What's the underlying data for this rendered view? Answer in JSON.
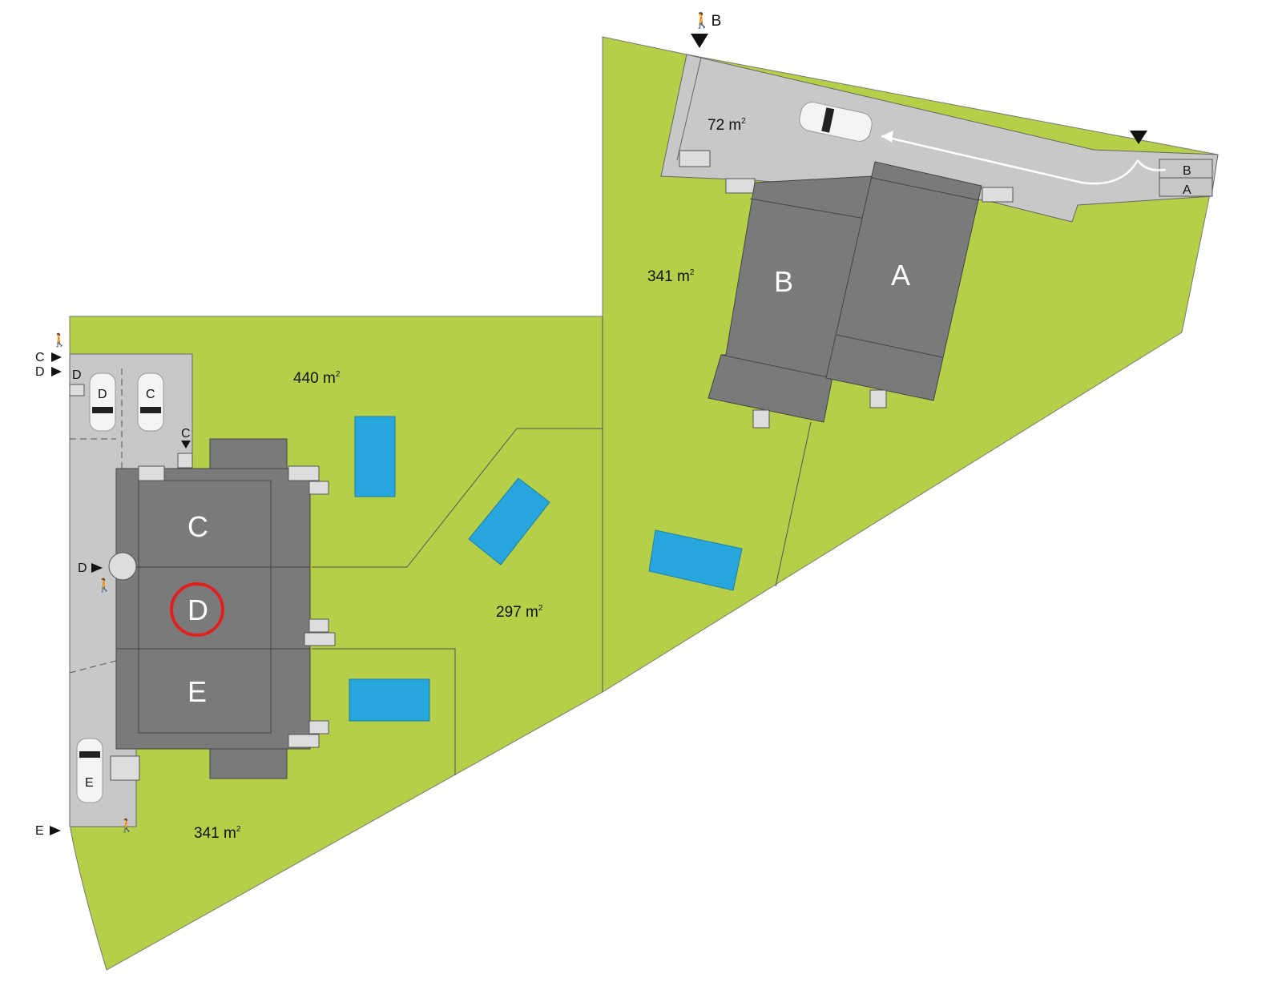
{
  "title": "Site plan",
  "colors": {
    "lawn": "#b5cf48",
    "paving": "#c8c8c8",
    "building": "#7a7a7a",
    "pool": "#27a6dd",
    "highlight": "#e02020"
  },
  "areas": {
    "driveway": "72 m",
    "lot_b": "341 m",
    "lot_c": "440  m",
    "lot_d": "297  m",
    "lot_e": "341 m",
    "sup": "2"
  },
  "buildings": {
    "a": "A",
    "b": "B",
    "c": "C",
    "d": "D",
    "e": "E"
  },
  "entrances": {
    "b_pedestrian": "B",
    "c": "C",
    "d": "D",
    "d_side": "D",
    "e": "E",
    "c_stair": "C",
    "d_stair": "D"
  },
  "parking": {
    "d": "D",
    "c": "C",
    "e": "E"
  },
  "mailboxes": {
    "b": "B",
    "a": "A"
  },
  "highlighted_unit": "D"
}
